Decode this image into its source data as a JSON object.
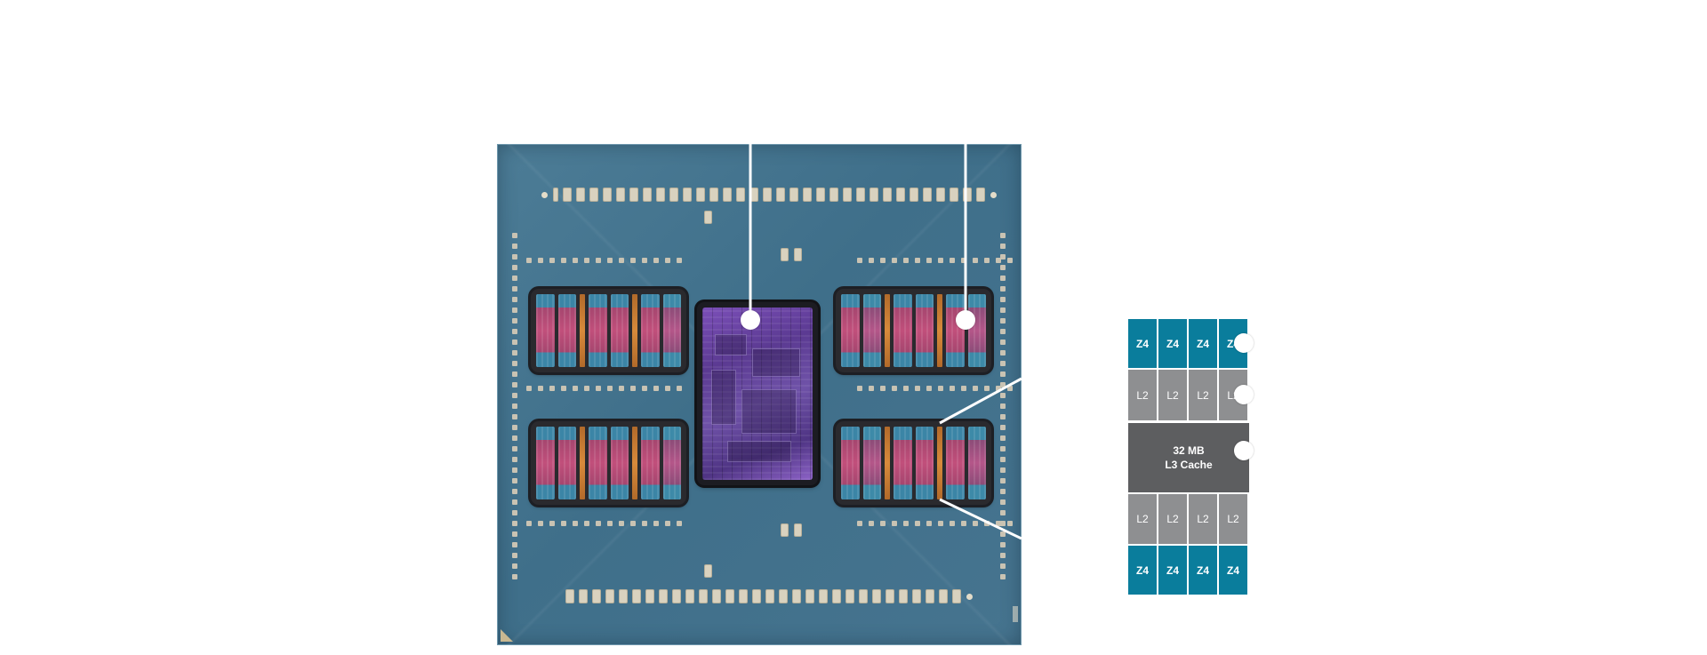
{
  "diagram": {
    "zoom_block": {
      "top_row": [
        "Z4",
        "Z4",
        "Z4",
        "Z4"
      ],
      "upper_l2_row": [
        "L2",
        "L2",
        "L2",
        "L2"
      ],
      "l3_label_line1": "32 MB",
      "l3_label_line2": "L3 Cache",
      "lower_l2_row": [
        "L2",
        "L2",
        "L2",
        "L2"
      ],
      "bottom_row": [
        "Z4",
        "Z4",
        "Z4",
        "Z4"
      ]
    },
    "colors": {
      "core_cell": "#0a7d9c",
      "l2_cell": "#8e8f91",
      "l3_block": "#5d5e60",
      "package": "#46748f",
      "callout": "#ffffff"
    }
  }
}
